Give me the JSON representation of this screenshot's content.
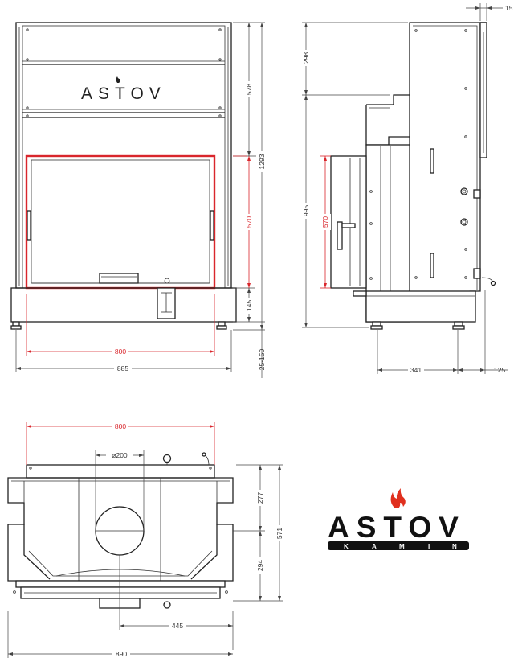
{
  "front_view": {
    "brand_mark": "ASTOV",
    "dims": {
      "opening_width": "800",
      "overall_width": "885",
      "top_section_height": "578",
      "opening_height": "570",
      "overall_height": "1293",
      "base_height": "145",
      "feet_range": "25-150"
    }
  },
  "side_view": {
    "dims": {
      "top_height": "298",
      "body_height": "995",
      "opening_height": "570",
      "depth": "341",
      "rear_offset": "125",
      "top_edge": "15"
    }
  },
  "top_view": {
    "dims": {
      "opening_width": "800",
      "flue_diameter": "⌀200",
      "front_depth": "277",
      "rear_depth": "294",
      "total_depth": "571",
      "flue_offset": "445",
      "overall_width": "890"
    }
  },
  "logo": {
    "name": "ASTOV",
    "tagline_letters": [
      "K",
      "A",
      "M",
      "I",
      "N"
    ],
    "flame_color": "#e0301e",
    "text_color": "#111111"
  },
  "colors": {
    "line": "#222222",
    "accent_red": "#d9262c"
  }
}
